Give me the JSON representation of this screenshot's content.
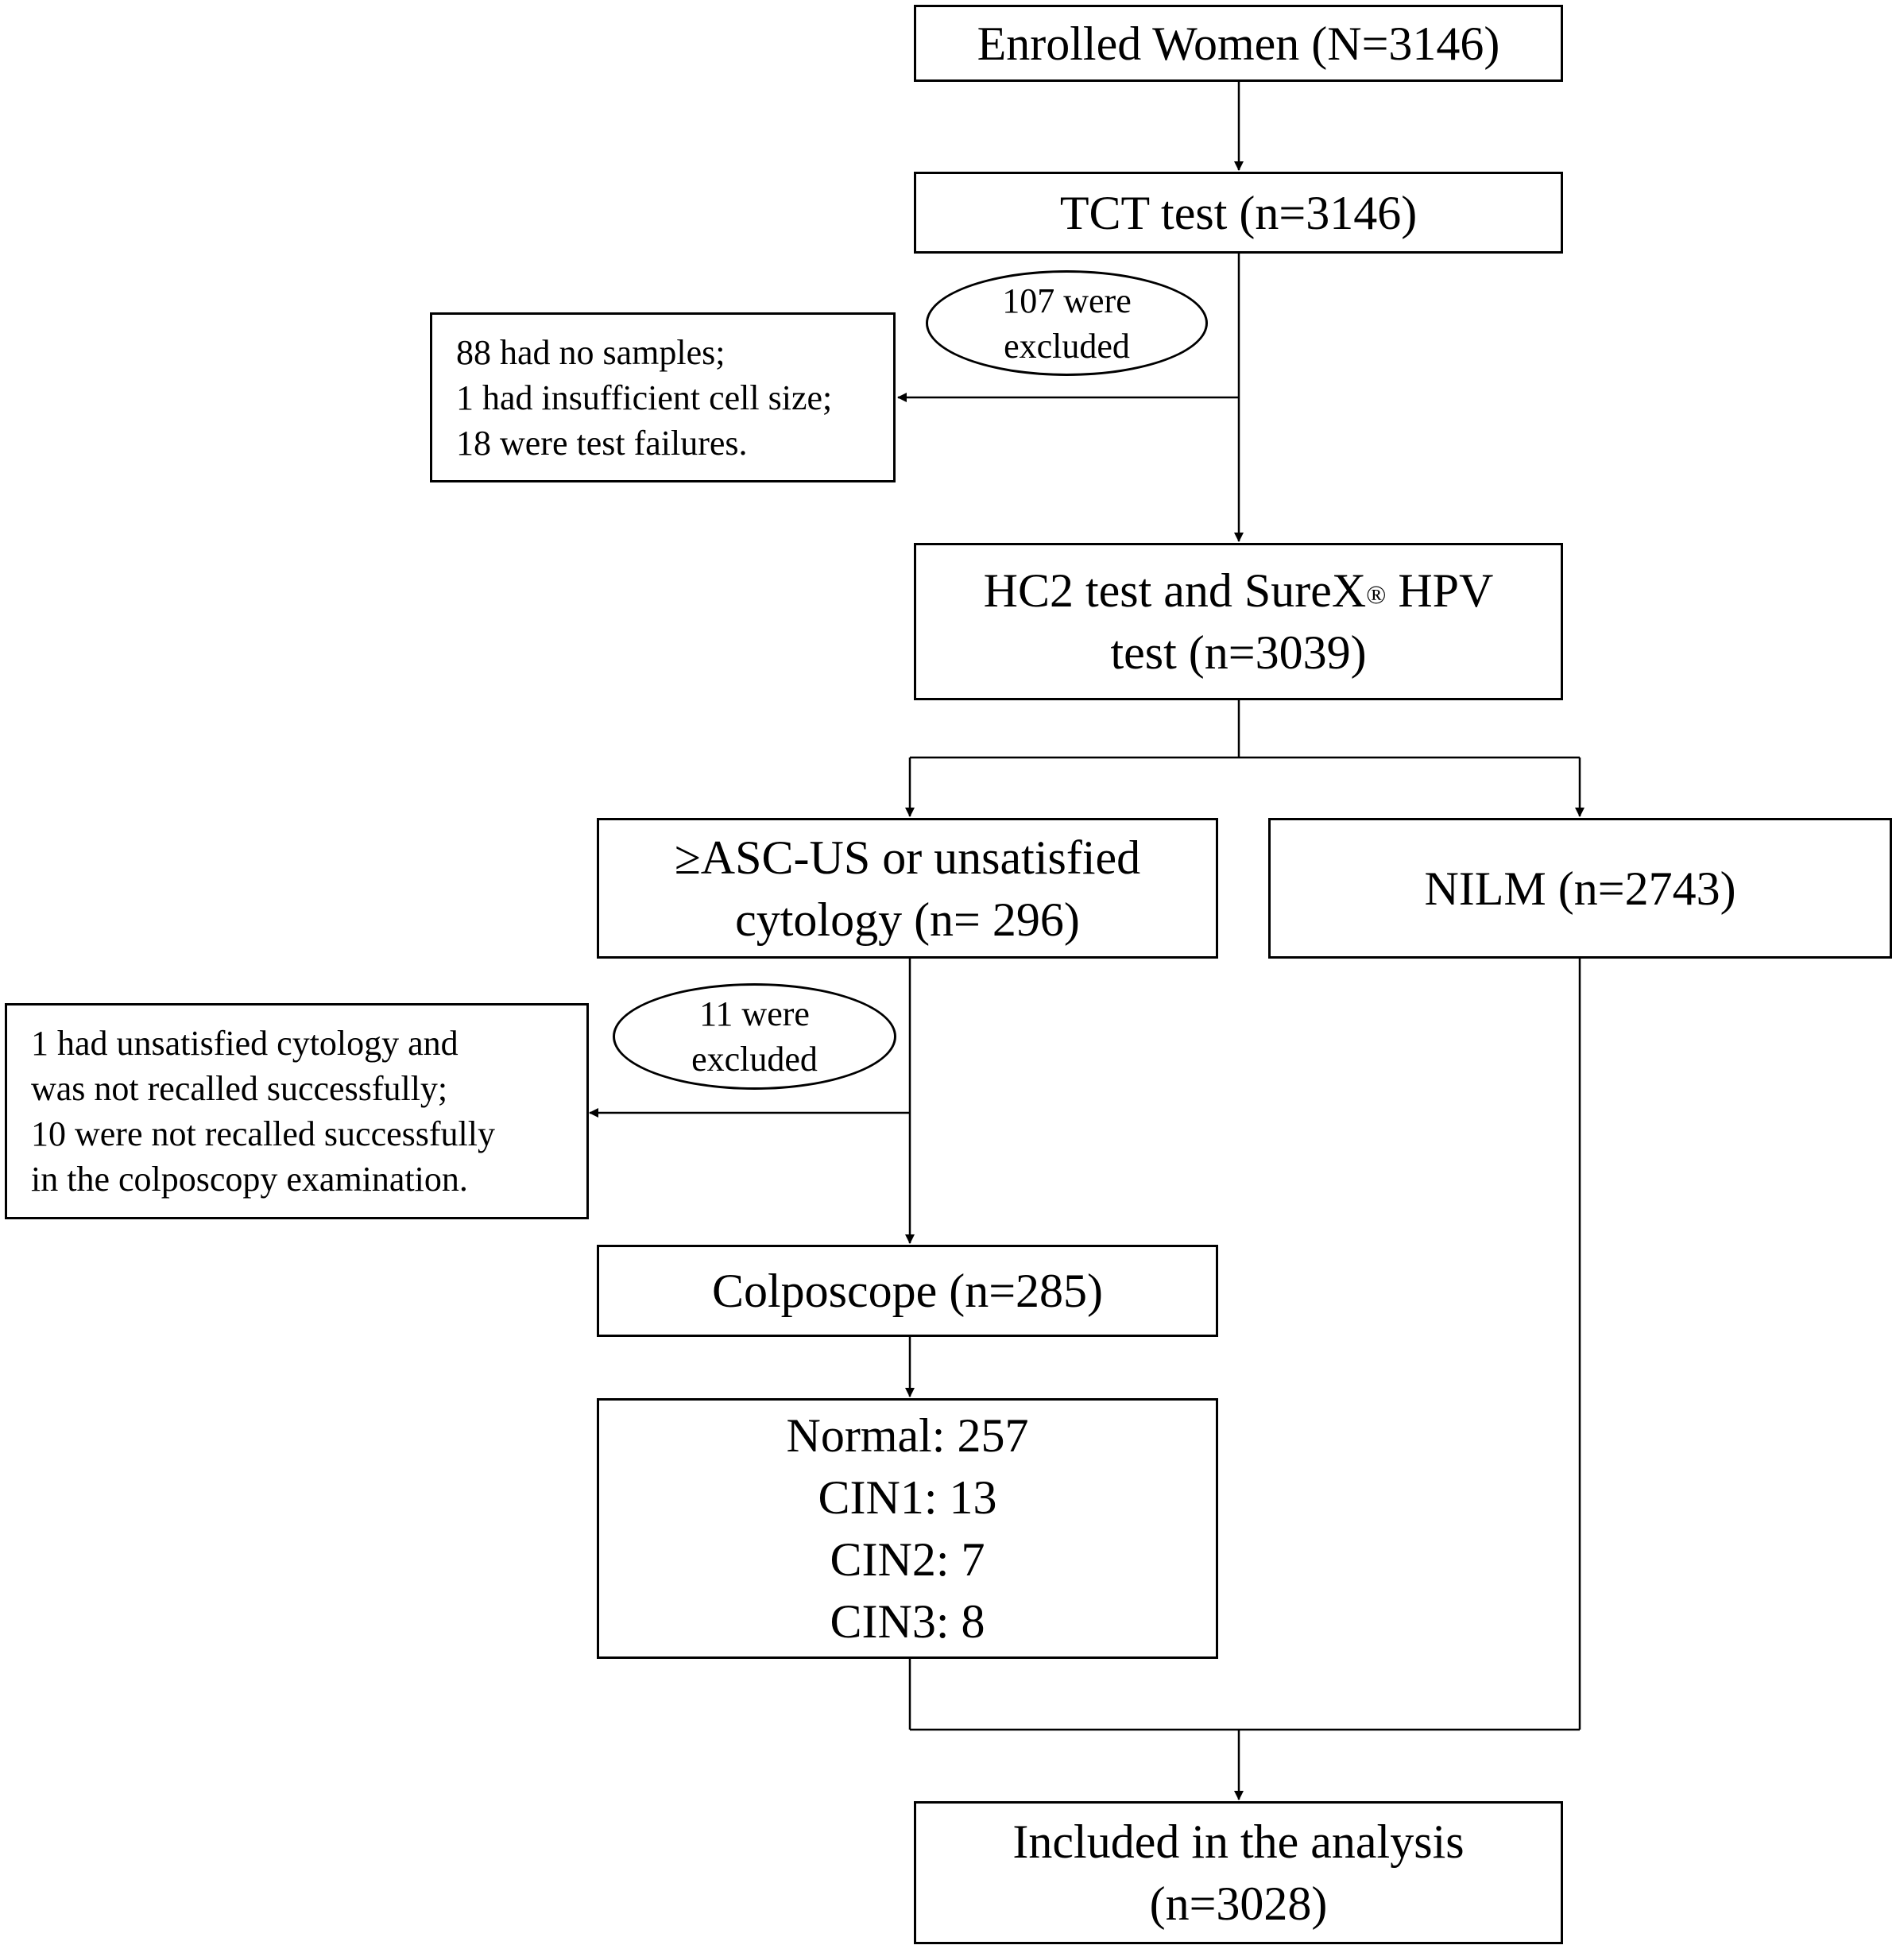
{
  "nodes": {
    "enrolled": "Enrolled Women (N=3146)",
    "tct": "TCT test (n=3146)",
    "excluded1_count": "107 were",
    "excluded1_word": "excluded",
    "excluded1_reasons": [
      "88 had no samples;",
      "1 had insufficient cell size;",
      "18 were test failures."
    ],
    "hc2_line1_pre": "HC2 test and SureX",
    "hc2_line1_sup": "®",
    "hc2_line1_post": " HPV",
    "hc2_line2": "test (n=3039)",
    "ascus_line1": "≥ASC-US or unsatisfied",
    "ascus_line2": "cytology (n= 296)",
    "nilm": "NILM (n=2743)",
    "excluded2_count": "11 were",
    "excluded2_word": "excluded",
    "excluded2_reasons": [
      "1 had unsatisfied cytology and",
      "was not recalled successfully;",
      "10 were not recalled successfully",
      "in the colposcopy examination."
    ],
    "colposcope": "Colposcope (n=285)",
    "results": [
      "Normal: 257",
      "CIN1: 13",
      "CIN2: 7",
      "CIN3: 8"
    ],
    "included_line1": "Included in the analysis",
    "included_line2": "(n=3028)"
  }
}
